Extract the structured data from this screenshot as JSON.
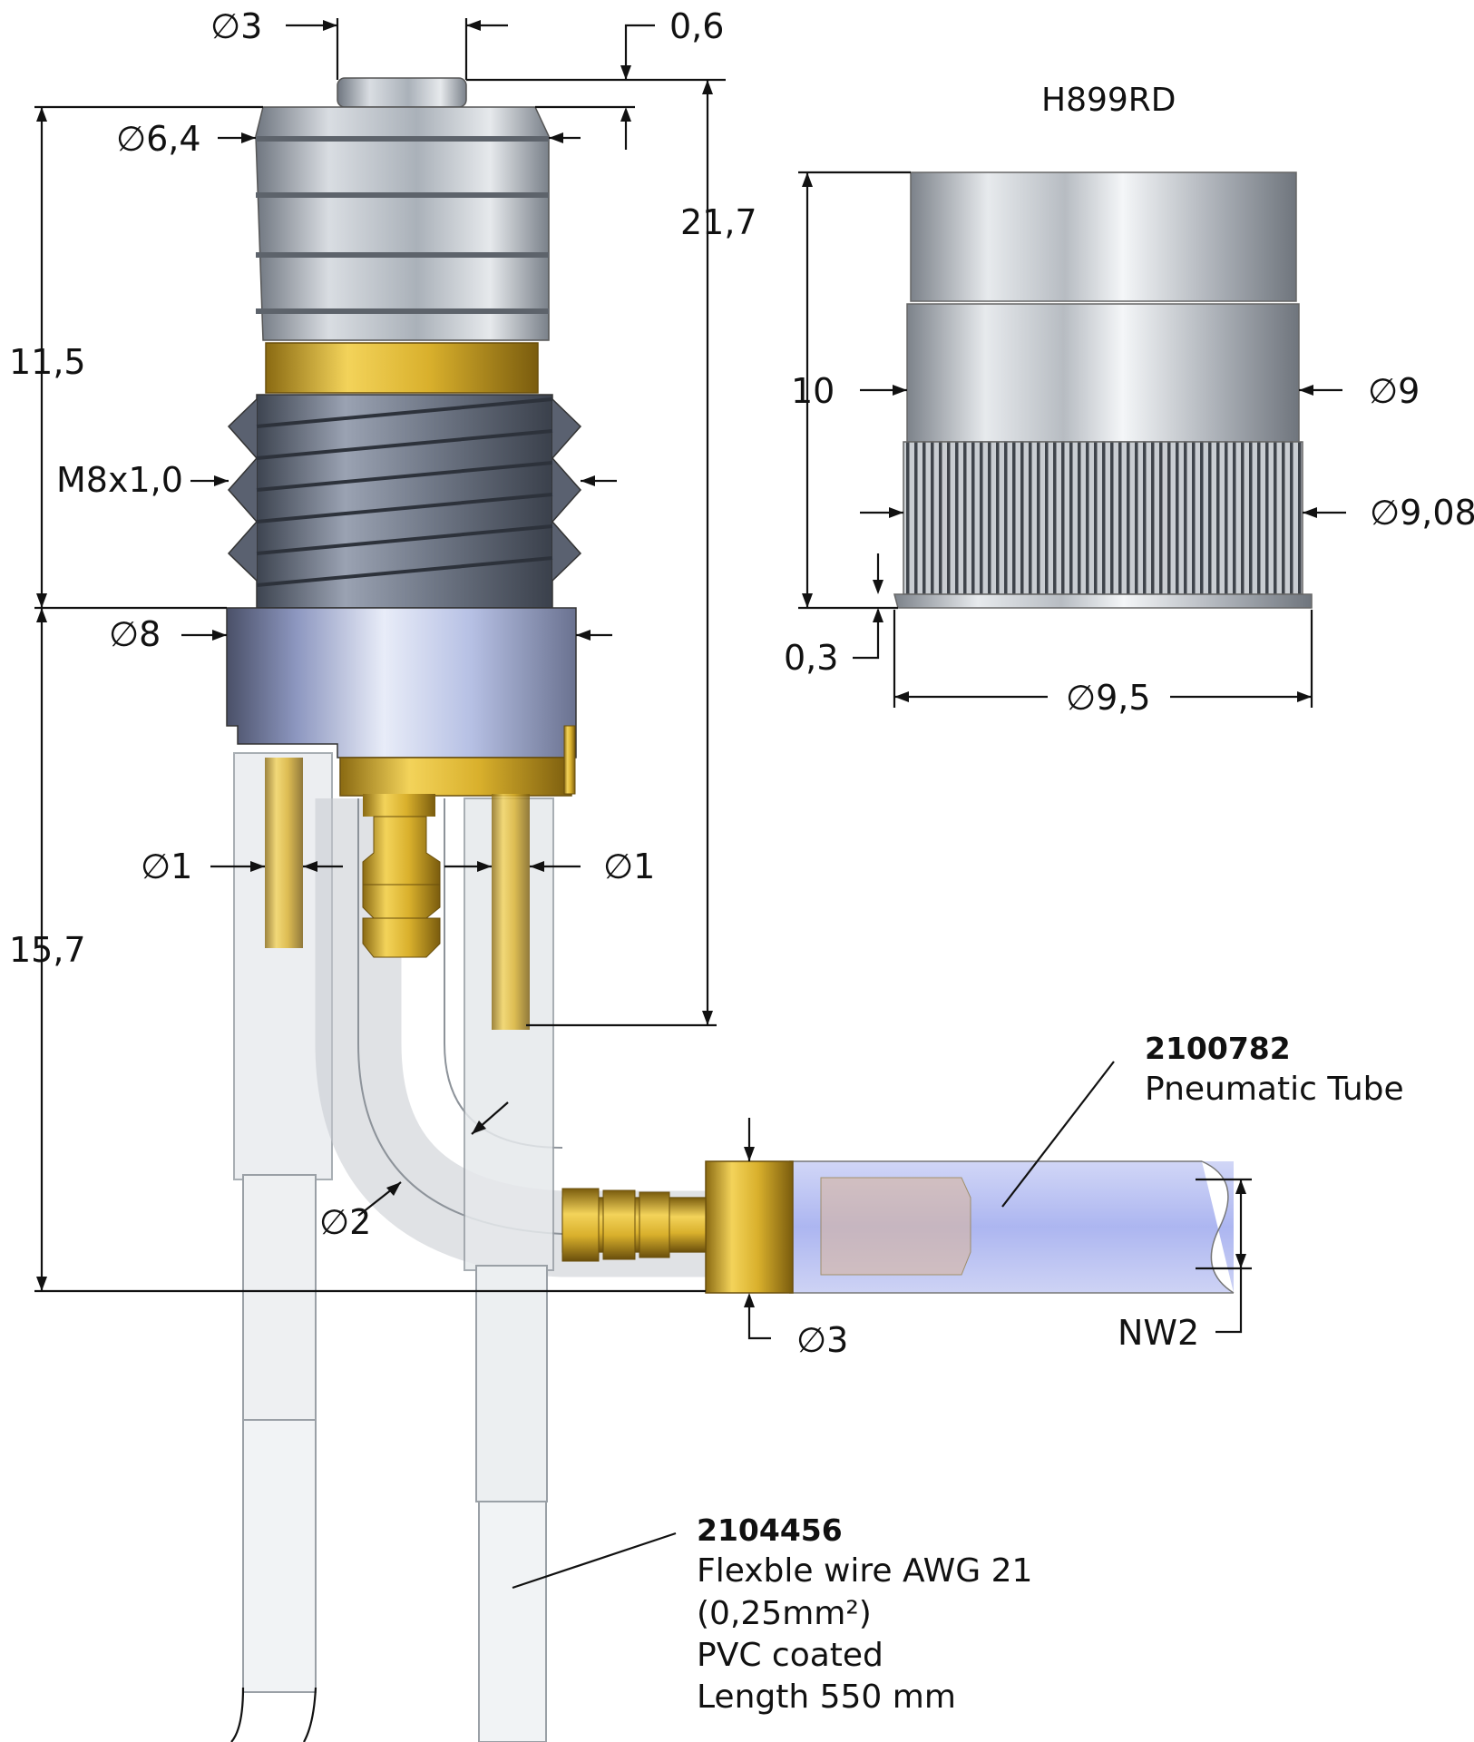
{
  "dimensions": {
    "d3_top": "∅3",
    "gap_0_6": "0,6",
    "d6_4": "∅6,4",
    "len_21_7": "21,7",
    "len_11_5": "11,5",
    "thread": "M8x1,0",
    "d8": "∅8",
    "d1_left": "∅1",
    "d1_right": "∅1",
    "len_15_7": "15,7",
    "d2": "∅2",
    "d3_bottom": "∅3",
    "nw2": "NW2"
  },
  "cap": {
    "title": "H899RD",
    "height": "10",
    "d9": "∅9",
    "d9_08": "∅9,08",
    "flange": "0,3",
    "d9_5": "∅9,5"
  },
  "callouts": {
    "tube": {
      "part_no": "2100782",
      "desc": "Pneumatic Tube"
    },
    "wire": {
      "part_no": "2104456",
      "line1": "Flexble wire AWG 21",
      "line2": "(0,25mm²)",
      "line3": "PVC coated",
      "line4": "Length 550 mm"
    }
  },
  "colors": {
    "brass": "#d4a62a",
    "steel": "#9aa3ad",
    "blue_housing": "#b9c3e6",
    "tube_blue": "#a9b4f0"
  }
}
